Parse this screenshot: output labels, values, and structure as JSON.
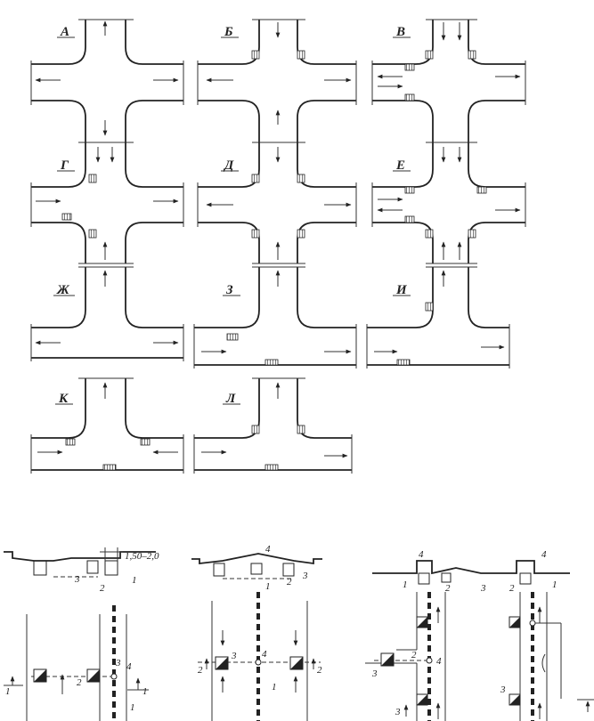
{
  "intersections": {
    "a": {
      "label": "А"
    },
    "b": {
      "label": "Б"
    },
    "v": {
      "label": "В"
    },
    "g": {
      "label": "Г"
    },
    "d": {
      "label": "Д"
    },
    "e": {
      "label": "Е"
    },
    "zh": {
      "label": "Ж"
    },
    "z": {
      "label": "З"
    },
    "i": {
      "label": "И"
    },
    "k": {
      "label": "К"
    },
    "l": {
      "label": "Л"
    }
  },
  "cross_sections": {
    "left": {
      "dimension": "1,50–2,0",
      "callouts": [
        "1",
        "2",
        "3"
      ],
      "plan_numbers": [
        "1",
        "2",
        "3",
        "4",
        "1",
        "1"
      ]
    },
    "middle": {
      "callouts": [
        "1",
        "2",
        "3",
        "4"
      ],
      "plan_numbers": [
        "2",
        "3",
        "4",
        "1",
        "2"
      ]
    },
    "right": {
      "callouts": [
        "1",
        "2",
        "3",
        "4",
        "4",
        "2",
        "1"
      ],
      "plan_numbers": [
        "2",
        "4",
        "3",
        "3",
        "3"
      ]
    }
  }
}
